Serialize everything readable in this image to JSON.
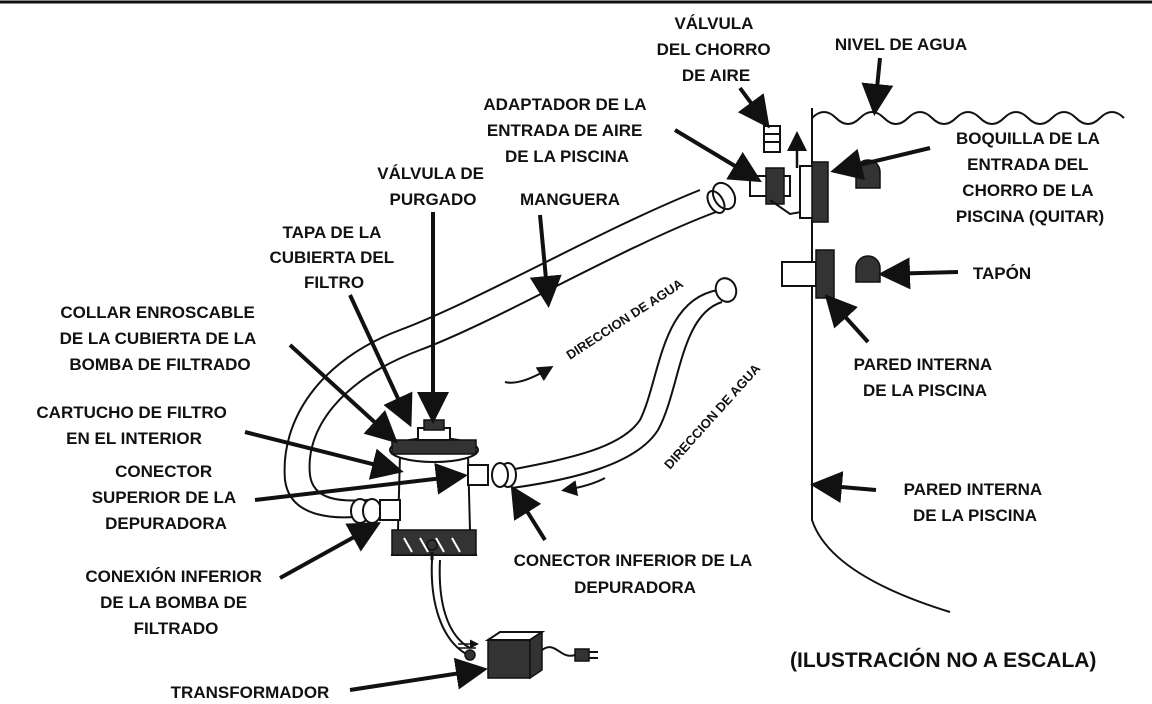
{
  "labels": {
    "valvula_chorro_aire": [
      "VÁLVULA",
      "DEL CHORRO",
      "DE AIRE"
    ],
    "nivel_agua": [
      "NIVEL DE AGUA"
    ],
    "adaptador_entrada_aire": [
      "ADAPTADOR DE LA",
      "ENTRADA DE AIRE",
      "DE LA PISCINA"
    ],
    "boquilla_entrada_chorro": [
      "BOQUILLA DE LA",
      "ENTRADA DEL",
      "CHORRO DE LA",
      "PISCINA (QUITAR)"
    ],
    "valvula_purgado": [
      "VÁLVULA DE",
      "PURGADO"
    ],
    "manguera": [
      "MANGUERA"
    ],
    "tapa_cubierta_filtro": [
      "TAPA DE LA",
      "CUBIERTA DEL",
      "FILTRO"
    ],
    "tapon": [
      "TAPÓN"
    ],
    "collar_enroscable": [
      "COLLAR ENROSCABLE",
      "DE LA CUBIERTA DE LA",
      "BOMBA DE FILTRADO"
    ],
    "pared_interna_1": [
      "PARED INTERNA",
      "DE LA PISCINA"
    ],
    "cartucho_filtro": [
      "CARTUCHO DE FILTRO",
      "EN EL INTERIOR"
    ],
    "conector_superior": [
      "CONECTOR",
      "SUPERIOR DE LA",
      "DEPURADORA"
    ],
    "pared_interna_2": [
      "PARED INTERNA",
      "DE LA PISCINA"
    ],
    "conector_inferior": [
      "CONECTOR INFERIOR DE LA",
      "DEPURADORA"
    ],
    "conexion_inferior_bomba": [
      "CONEXIÓN INFERIOR",
      "DE LA BOMBA DE",
      "FILTRADO"
    ],
    "transformador": [
      "TRANSFORMADOR"
    ]
  },
  "flow_text": {
    "upper": "DIRECCION DE AGUA",
    "lower": "DIRECCION DE AGUA"
  },
  "note": "(ILUSTRACIÓN NO A ESCALA)"
}
